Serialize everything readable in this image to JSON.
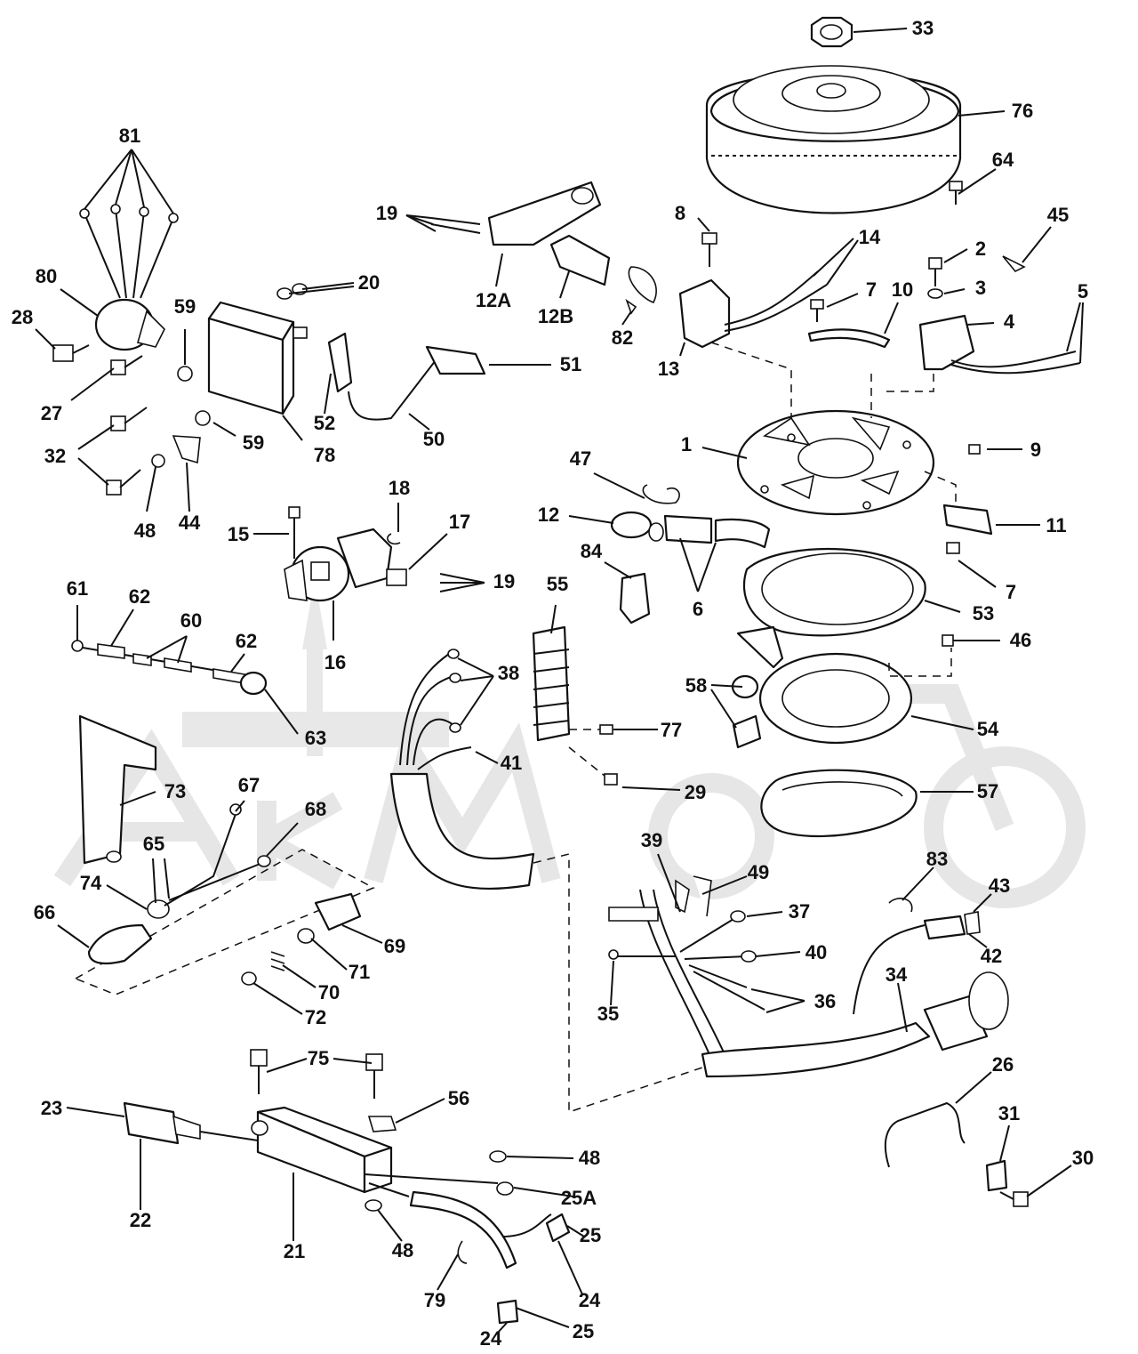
{
  "diagram": {
    "labels": [
      {
        "id": "33",
        "text": "33"
      },
      {
        "id": "76",
        "text": "76"
      },
      {
        "id": "64",
        "text": "64"
      },
      {
        "id": "45",
        "text": "45"
      },
      {
        "id": "8",
        "text": "8"
      },
      {
        "id": "14",
        "text": "14"
      },
      {
        "id": "2",
        "text": "2"
      },
      {
        "id": "3",
        "text": "3"
      },
      {
        "id": "5",
        "text": "5"
      },
      {
        "id": "4",
        "text": "4"
      },
      {
        "id": "7a",
        "text": "7"
      },
      {
        "id": "10",
        "text": "10"
      },
      {
        "id": "13",
        "text": "13"
      },
      {
        "id": "81",
        "text": "81"
      },
      {
        "id": "80",
        "text": "80"
      },
      {
        "id": "28",
        "text": "28"
      },
      {
        "id": "59a",
        "text": "59"
      },
      {
        "id": "20",
        "text": "20"
      },
      {
        "id": "27",
        "text": "27"
      },
      {
        "id": "32",
        "text": "32"
      },
      {
        "id": "59b",
        "text": "59"
      },
      {
        "id": "78",
        "text": "78"
      },
      {
        "id": "48a",
        "text": "48"
      },
      {
        "id": "44",
        "text": "44"
      },
      {
        "id": "19a",
        "text": "19"
      },
      {
        "id": "12A",
        "text": "12A"
      },
      {
        "id": "12B",
        "text": "12B"
      },
      {
        "id": "82",
        "text": "82"
      },
      {
        "id": "52",
        "text": "52"
      },
      {
        "id": "51",
        "text": "51"
      },
      {
        "id": "50",
        "text": "50"
      },
      {
        "id": "1",
        "text": "1"
      },
      {
        "id": "9",
        "text": "9"
      },
      {
        "id": "47",
        "text": "47"
      },
      {
        "id": "12",
        "text": "12"
      },
      {
        "id": "11",
        "text": "11"
      },
      {
        "id": "7b",
        "text": "7"
      },
      {
        "id": "6",
        "text": "6"
      },
      {
        "id": "84",
        "text": "84"
      },
      {
        "id": "53",
        "text": "53"
      },
      {
        "id": "46",
        "text": "46"
      },
      {
        "id": "55",
        "text": "55"
      },
      {
        "id": "18",
        "text": "18"
      },
      {
        "id": "17",
        "text": "17"
      },
      {
        "id": "15",
        "text": "15"
      },
      {
        "id": "19b",
        "text": "19"
      },
      {
        "id": "16",
        "text": "16"
      },
      {
        "id": "61",
        "text": "61"
      },
      {
        "id": "62a",
        "text": "62"
      },
      {
        "id": "60",
        "text": "60"
      },
      {
        "id": "62b",
        "text": "62"
      },
      {
        "id": "63",
        "text": "63"
      },
      {
        "id": "38",
        "text": "38"
      },
      {
        "id": "77",
        "text": "77"
      },
      {
        "id": "58",
        "text": "58"
      },
      {
        "id": "54",
        "text": "54"
      },
      {
        "id": "41",
        "text": "41"
      },
      {
        "id": "29",
        "text": "29"
      },
      {
        "id": "57",
        "text": "57"
      },
      {
        "id": "73",
        "text": "73"
      },
      {
        "id": "67",
        "text": "67"
      },
      {
        "id": "68",
        "text": "68"
      },
      {
        "id": "65",
        "text": "65"
      },
      {
        "id": "74",
        "text": "74"
      },
      {
        "id": "66",
        "text": "66"
      },
      {
        "id": "69",
        "text": "69"
      },
      {
        "id": "71",
        "text": "71"
      },
      {
        "id": "70",
        "text": "70"
      },
      {
        "id": "72",
        "text": "72"
      },
      {
        "id": "39",
        "text": "39"
      },
      {
        "id": "49",
        "text": "49"
      },
      {
        "id": "83",
        "text": "83"
      },
      {
        "id": "43",
        "text": "43"
      },
      {
        "id": "37",
        "text": "37"
      },
      {
        "id": "40",
        "text": "40"
      },
      {
        "id": "42",
        "text": "42"
      },
      {
        "id": "34",
        "text": "34"
      },
      {
        "id": "35",
        "text": "35"
      },
      {
        "id": "36",
        "text": "36"
      },
      {
        "id": "75",
        "text": "75"
      },
      {
        "id": "23",
        "text": "23"
      },
      {
        "id": "56",
        "text": "56"
      },
      {
        "id": "22",
        "text": "22"
      },
      {
        "id": "48b",
        "text": "48"
      },
      {
        "id": "25A",
        "text": "25A"
      },
      {
        "id": "21",
        "text": "21"
      },
      {
        "id": "48c",
        "text": "48"
      },
      {
        "id": "25a",
        "text": "25"
      },
      {
        "id": "79",
        "text": "79"
      },
      {
        "id": "24a",
        "text": "24"
      },
      {
        "id": "24b",
        "text": "24"
      },
      {
        "id": "25b",
        "text": "25"
      },
      {
        "id": "26",
        "text": "26"
      },
      {
        "id": "31",
        "text": "31"
      },
      {
        "id": "30",
        "text": "30"
      }
    ]
  }
}
